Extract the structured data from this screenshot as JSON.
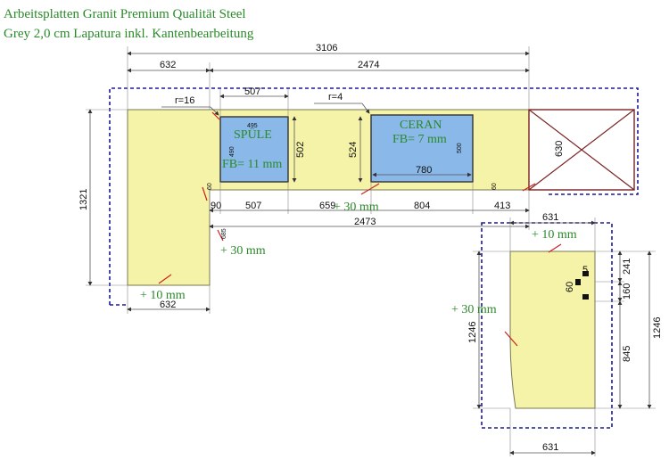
{
  "header": {
    "line1": "Arbeitsplatten Granit Premium Qualität Steel",
    "line2": "Grey 2,0 cm Lapatura inkl. Kantenbearbeitung"
  },
  "colors": {
    "slab": "#f5f3a8",
    "sink": "#8ab8e8",
    "outline": "#1a1a9a",
    "text_green": "#2a8a2a",
    "seam": "#cc2222",
    "appliance": "#7a2222"
  },
  "dims": {
    "total_top": "3106",
    "left_top": "632",
    "right_top": "2474",
    "sink_width_top": "507",
    "radius_left": "r=16",
    "radius_mid": "r=4",
    "sink_inner_w": "495",
    "sink_inner_h": "490",
    "sink_height": "502",
    "ceran_left_height": "524",
    "ceran_inner_h": "500",
    "ceran_width": "780",
    "appliance_depth": "630",
    "left_height": "1321",
    "depth_small_left": "60",
    "depth_small_right": "60",
    "row2_a": "90",
    "row2_b": "507",
    "row2_c": "659",
    "row2_d": "804",
    "row2_e": "413",
    "row3_total": "2473",
    "vertical_685": "685",
    "bottom_left": "632",
    "island_top": "631",
    "island_bottom": "631",
    "island_left_h": "1246",
    "island_right_h": "1246",
    "island_241": "241",
    "island_160": "160",
    "island_845": "845",
    "island_5": "5",
    "island_60": "60"
  },
  "notes": {
    "spuele_label": "SPÜLE",
    "spuele_fb": "FB= 11 mm",
    "ceran_label": "CERAN",
    "ceran_fb": "FB= 7 mm",
    "plus30_mid": "+ 30 mm",
    "plus30_left": "+ 30 mm",
    "plus10_left": "+ 10 mm",
    "plus10_island": "+ 10 mm",
    "plus30_island": "+ 30 mm"
  }
}
